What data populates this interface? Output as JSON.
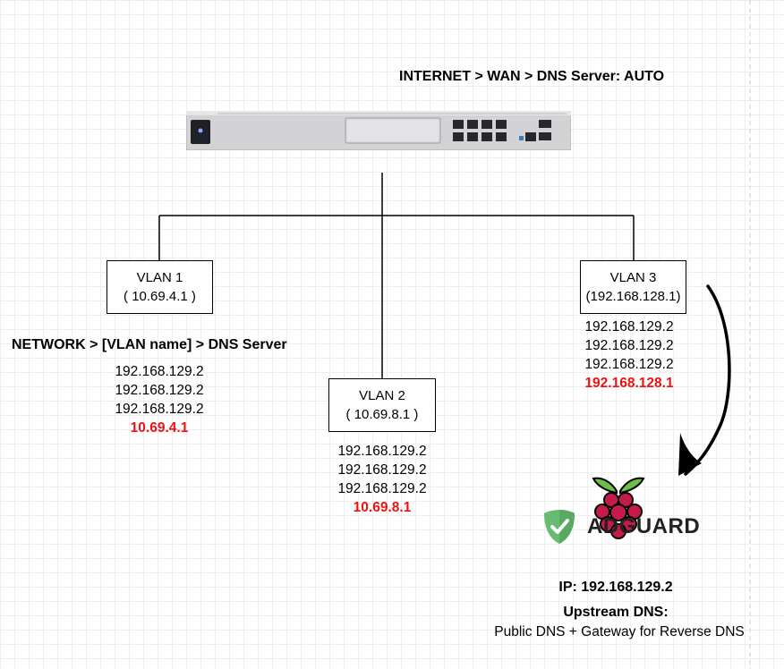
{
  "wan_label": "INTERNET > WAN > DNS Server: AUTO",
  "network_label": "NETWORK > [VLAN name]  > DNS Server",
  "vlans": [
    {
      "name": "VLAN 1",
      "ip": "( 10.69.4.1 )",
      "dns": [
        "192.168.129.2",
        "192.168.129.2",
        "192.168.129.2"
      ],
      "gateway_dns": "10.69.4.1"
    },
    {
      "name": "VLAN 2",
      "ip": "( 10.69.8.1 )",
      "dns": [
        "192.168.129.2",
        "192.168.129.2",
        "192.168.129.2"
      ],
      "gateway_dns": "10.69.8.1"
    },
    {
      "name": "VLAN 3",
      "ip": "(192.168.128.1)",
      "dns": [
        "192.168.129.2",
        "192.168.129.2",
        "192.168.129.2"
      ],
      "gateway_dns": "192.168.128.1"
    }
  ],
  "adguard": {
    "brand": "ADGUARD",
    "ip": "IP: 192.168.129.2",
    "upstream_title": "Upstream DNS:",
    "upstream_desc": "Public DNS + Gateway for Reverse DNS"
  },
  "icons": {
    "router": "unifi-dream-machine-icon",
    "raspberry": "raspberry-pi-icon",
    "shield": "adguard-shield-icon"
  },
  "colors": {
    "gateway_dns": "#ee1111",
    "raspberry_red": "#c51a4a",
    "raspberry_green": "#6cc04a",
    "adguard_green": "#68bc71"
  }
}
